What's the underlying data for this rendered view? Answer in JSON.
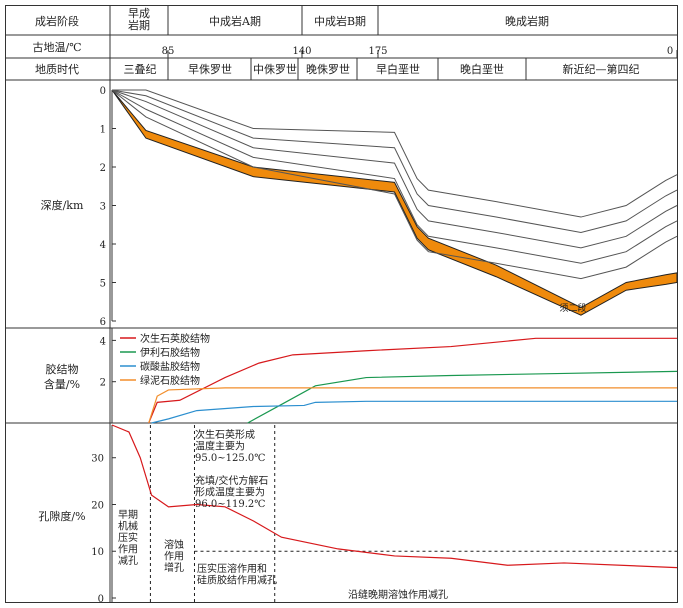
{
  "header": {
    "row_labels": [
      "成岩阶段",
      "古地温/℃",
      "地质时代"
    ],
    "stages": [
      "早成\n岩期",
      "中成岩A期",
      "中成岩B期",
      "晚成岩期"
    ],
    "temperatures": [
      "85",
      "140",
      "175",
      "0"
    ],
    "periods": [
      "三叠纪",
      "早侏罗世",
      "中侏罗世",
      "晚侏罗世",
      "早白垩世",
      "晚白垩世",
      "新近纪—第四纪"
    ]
  },
  "panels": {
    "depth_label": "深度/km",
    "cement_label": "胶结物\n含量/%",
    "porosity_label": "孔隙度/%"
  },
  "chart_data": [
    {
      "type": "line",
      "name": "burial-history",
      "ylabel": "深度/km",
      "ylim": [
        6,
        0
      ],
      "yticks": [
        0,
        1,
        2,
        3,
        4,
        5,
        6
      ],
      "orange_layer_label": "须二段",
      "curve_x": [
        0,
        0.06,
        0.25,
        0.5,
        0.54,
        0.56,
        0.68,
        0.83,
        0.91,
        0.98,
        1.0
      ],
      "layers": [
        [
          0,
          0,
          1.0,
          1.1,
          2.3,
          2.6,
          2.9,
          3.3,
          3.0,
          2.35,
          2.2
        ],
        [
          0,
          0.15,
          1.25,
          1.5,
          2.7,
          3.0,
          3.3,
          3.7,
          3.4,
          2.75,
          2.6
        ],
        [
          0,
          0.3,
          1.5,
          1.9,
          3.1,
          3.4,
          3.7,
          4.1,
          3.8,
          3.15,
          3.0
        ],
        [
          0,
          0.5,
          1.75,
          2.3,
          3.5,
          3.8,
          4.1,
          4.5,
          4.2,
          3.55,
          3.4
        ],
        [
          0,
          0.7,
          2.0,
          2.7,
          3.9,
          4.2,
          4.5,
          4.9,
          4.6,
          3.95,
          3.8
        ],
        [
          0,
          1.05,
          2.0,
          2.4,
          3.55,
          3.85,
          4.55,
          5.65,
          5.0,
          4.8,
          4.75
        ],
        [
          0,
          1.25,
          2.25,
          2.65,
          3.85,
          4.15,
          4.85,
          5.85,
          5.2,
          5.05,
          5.0
        ]
      ]
    },
    {
      "type": "line",
      "name": "cement-content",
      "ylabel": "胶结物含量/%",
      "ylim": [
        0,
        4.6
      ],
      "yticks": [
        2,
        4
      ],
      "series": [
        {
          "name": "次生石英胶结物",
          "color": "#d7191c",
          "x": [
            0.065,
            0.08,
            0.12,
            0.2,
            0.26,
            0.32,
            0.45,
            0.6,
            0.75,
            1.0
          ],
          "y": [
            0,
            1.0,
            1.1,
            2.2,
            2.9,
            3.3,
            3.5,
            3.7,
            4.1,
            4.1
          ]
        },
        {
          "name": "伊利石胶结物",
          "color": "#1a9850",
          "x": [
            0.24,
            0.3,
            0.36,
            0.45,
            0.6,
            0.8,
            1.0
          ],
          "y": [
            0,
            0.9,
            1.8,
            2.2,
            2.3,
            2.4,
            2.5
          ]
        },
        {
          "name": "碳酸盐胶结物",
          "color": "#2c8fcf",
          "x": [
            0.07,
            0.1,
            0.15,
            0.25,
            0.34,
            0.36,
            0.45,
            1.0
          ],
          "y": [
            0,
            0.2,
            0.6,
            0.8,
            0.85,
            1.0,
            1.05,
            1.05
          ]
        },
        {
          "name": "绿泥石胶结物",
          "color": "#f28e2b",
          "x": [
            0.065,
            0.08,
            0.1,
            0.2,
            1.0
          ],
          "y": [
            0,
            1.3,
            1.6,
            1.7,
            1.7
          ]
        }
      ]
    },
    {
      "type": "line",
      "name": "porosity",
      "ylabel": "孔隙度/%",
      "ylim": [
        0,
        37
      ],
      "yticks": [
        0,
        10,
        20,
        30
      ],
      "series": [
        {
          "name": "孔隙度",
          "color": "#d7191c",
          "x": [
            0,
            0.03,
            0.05,
            0.07,
            0.1,
            0.15,
            0.2,
            0.25,
            0.3,
            0.4,
            0.5,
            0.6,
            0.7,
            0.8,
            1.0
          ],
          "y": [
            37,
            35.5,
            30,
            22,
            19.5,
            20,
            19.5,
            16.5,
            13,
            10.5,
            9,
            8.5,
            7,
            7.5,
            6.5
          ]
        }
      ],
      "annotations": [
        "早期\n机械\n压实\n作用\n减孔",
        "溶蚀\n作用\n增孔",
        "次生石英形成\n温度主要为\n95.0~125.0℃",
        "充填/交代方解石\n形成温度主要为\n96.0~119.2℃",
        "压实压溶作用和\n硅质胶结作用减孔",
        "沿缝晚期溶蚀作用减孔"
      ]
    }
  ]
}
